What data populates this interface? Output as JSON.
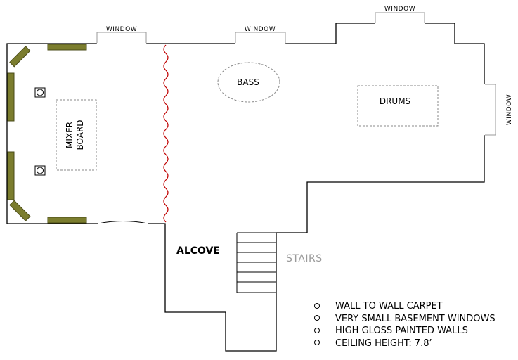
{
  "labels": {
    "window": "WINDOW",
    "bass": "BASS",
    "drums": "DRUMS",
    "mixer_line1": "MIXER",
    "mixer_line2": "BOARD",
    "alcove": "ALCOVE",
    "stairs": "STAIRS"
  },
  "notes": [
    "WALL TO WALL CARPET",
    "VERY SMALL BASEMENT WINDOWS",
    "HIGH GLOSS PAINTED WALLS",
    "CEILING HEIGHT: 7.8’"
  ],
  "colors": {
    "acoustic_panel": "#7b7d2e",
    "curtain": "#c00000",
    "stairs_label": "#9a9a9a"
  }
}
